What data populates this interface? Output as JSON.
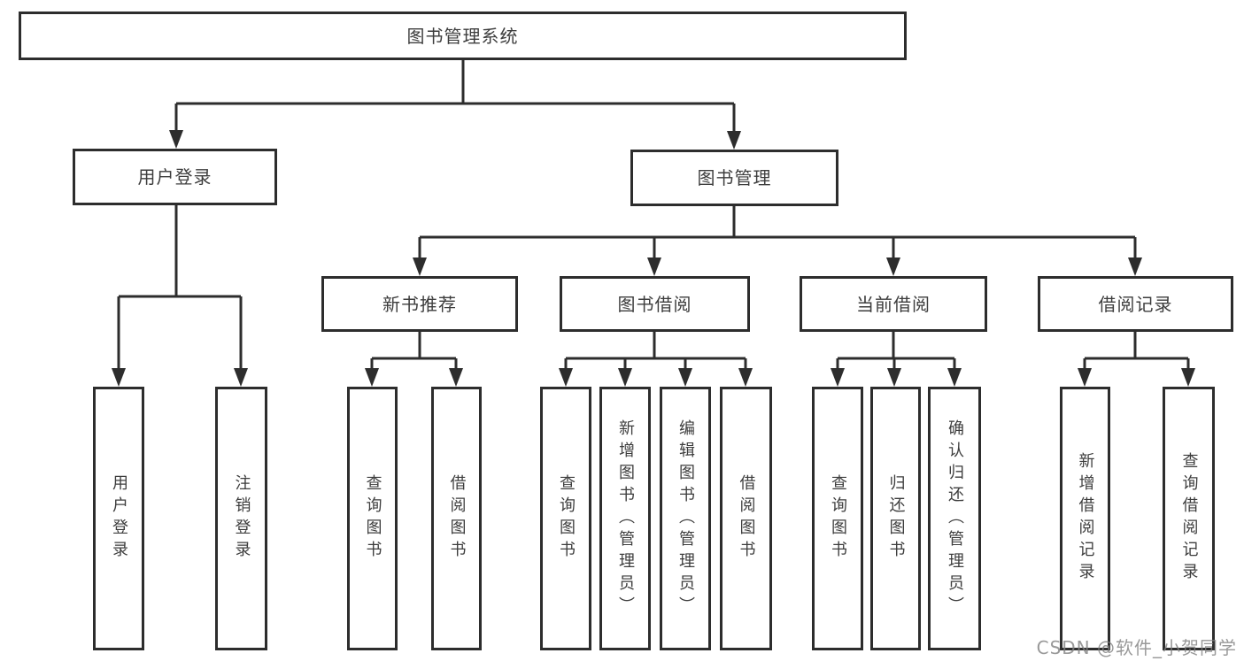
{
  "diagram": {
    "title": "图书管理系统",
    "root": "图书管理系统",
    "branches": [
      {
        "label": "用户登录",
        "children": [
          "用户登录",
          "注销登录"
        ]
      },
      {
        "label": "图书管理",
        "children": [
          {
            "label": "新书推荐",
            "children": [
              "查询图书",
              "借阅图书"
            ]
          },
          {
            "label": "图书借阅",
            "children": [
              "查询图书",
              "新增图书（管理员）",
              "编辑图书（管理员）",
              "借阅图书"
            ]
          },
          {
            "label": "当前借阅",
            "children": [
              "查询图书",
              "归还图书",
              "确认归还（管理员）"
            ]
          },
          {
            "label": "借阅记录",
            "children": [
              "新增借阅记录",
              "查询借阅记录"
            ]
          }
        ]
      }
    ]
  },
  "watermark": "CSDN @软件_小贺同学",
  "colors": {
    "background": "#ffffff",
    "line": "#2d2d2d",
    "box_border": "#2d2d2d",
    "box_fill": "#ffffff",
    "text": "#3d3d3d",
    "watermark": "#8f8f8f"
  }
}
